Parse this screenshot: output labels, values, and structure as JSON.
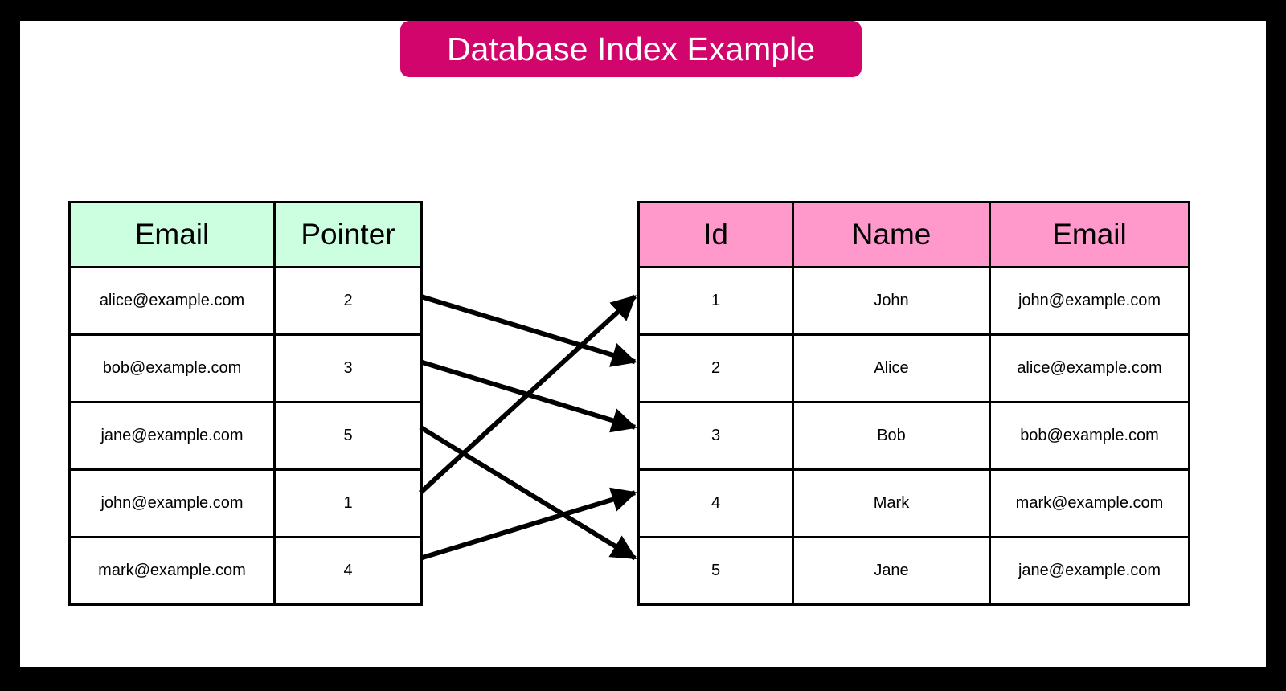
{
  "title": {
    "text": "Database Index Example",
    "background": "#D1056B",
    "color": "#FFFFFF"
  },
  "canvas": {
    "background": "#FFFFFF",
    "border_color": "#000000"
  },
  "index_table": {
    "name": "index-table",
    "header_background": "#CCFFE0",
    "columns": [
      "Email",
      "Pointer"
    ],
    "rows": [
      {
        "email": "alice@example.com",
        "pointer": "2"
      },
      {
        "email": "bob@example.com",
        "pointer": "3"
      },
      {
        "email": "jane@example.com",
        "pointer": "5"
      },
      {
        "email": "john@example.com",
        "pointer": "1"
      },
      {
        "email": "mark@example.com",
        "pointer": "4"
      }
    ]
  },
  "data_table": {
    "name": "data-table",
    "header_background": "#FF99CC",
    "columns": [
      "Id",
      "Name",
      "Email"
    ],
    "rows": [
      {
        "id": "1",
        "name": "John",
        "email": "john@example.com"
      },
      {
        "id": "2",
        "name": "Alice",
        "email": "alice@example.com"
      },
      {
        "id": "3",
        "name": "Bob",
        "email": "bob@example.com"
      },
      {
        "id": "4",
        "name": "Mark",
        "email": "mark@example.com"
      },
      {
        "id": "5",
        "name": "Jane",
        "email": "jane@example.com"
      }
    ]
  },
  "connections": [
    {
      "from_row": 1,
      "from_email": "alice@example.com",
      "to_id": "2",
      "color": "#000000"
    },
    {
      "from_row": 2,
      "from_email": "bob@example.com",
      "to_id": "3",
      "color": "#000000"
    },
    {
      "from_row": 3,
      "from_email": "jane@example.com",
      "to_id": "5",
      "color": "#000000"
    },
    {
      "from_row": 4,
      "from_email": "john@example.com",
      "to_id": "1",
      "color": "#000000"
    },
    {
      "from_row": 5,
      "from_email": "mark@example.com",
      "to_id": "4",
      "color": "#000000"
    }
  ]
}
